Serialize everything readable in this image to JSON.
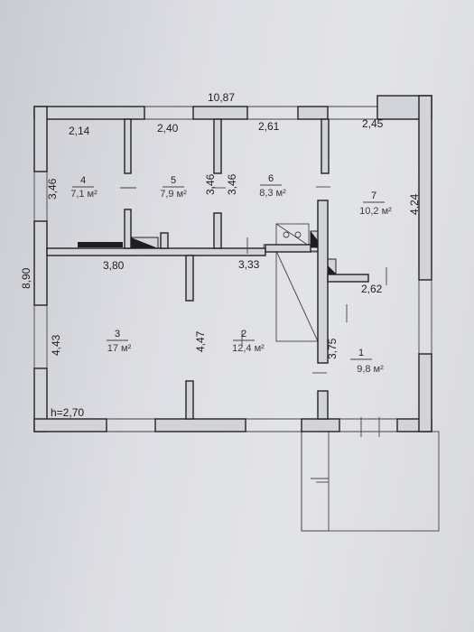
{
  "plan": {
    "overall_width": "10,87",
    "overall_depth": "8,90",
    "ceiling_height": "h=2,70",
    "dimensions": {
      "w_2_14": "2,14",
      "w_2_40": "2,40",
      "w_2_61": "2,61",
      "w_2_45": "2,45",
      "w_3_80": "3,80",
      "w_3_33": "3,33",
      "w_2_62": "2,62",
      "h_3_46_left": "3,46",
      "h_3_46_mid_a": "3,46",
      "h_3_46_mid_b": "3,46",
      "h_4_24": "4,24",
      "h_4_43": "4,43",
      "h_4_47": "4,47",
      "h_3_75": "3,75"
    },
    "rooms": [
      {
        "number": "1",
        "area": "9,8 м²"
      },
      {
        "number": "2",
        "area": "12,4 м²"
      },
      {
        "number": "3",
        "area": "17 м²"
      },
      {
        "number": "4",
        "area": "7,1 м²"
      },
      {
        "number": "5",
        "area": "7,9 м²"
      },
      {
        "number": "6",
        "area": "8,3 м²"
      },
      {
        "number": "7",
        "area": "10,2 м²"
      }
    ]
  }
}
